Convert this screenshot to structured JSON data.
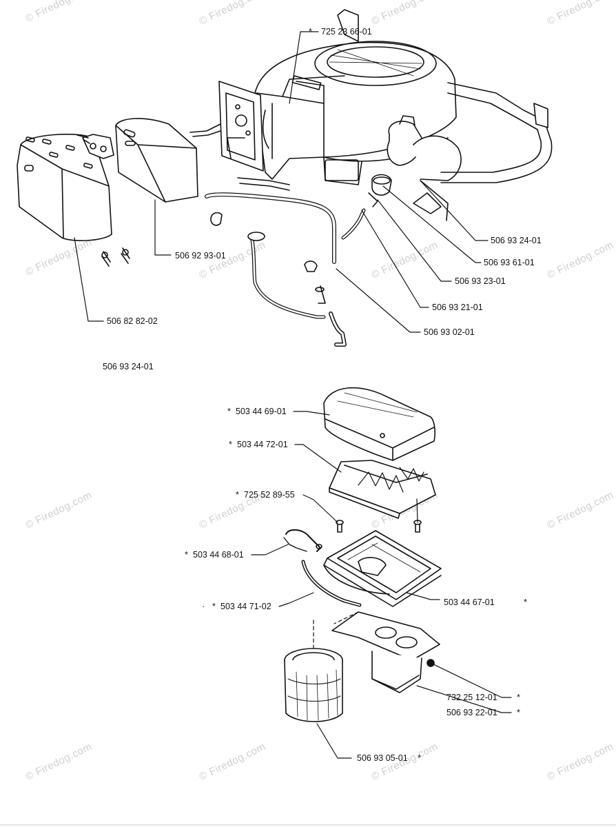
{
  "watermark": "© Firedog.com",
  "parts": {
    "p1": "725 23 66-01",
    "p2": "506 93 24-01",
    "p3": "506 93 61-01",
    "p4": "506 93 23-01",
    "p5": "506 93 21-01",
    "p6": "506 93 02-01",
    "p7": "506 92 93-01",
    "p8": "506 82 82-02",
    "p9": "506 93 24-01",
    "p10": "503 44 69-01",
    "p11": "503 44 72-01",
    "p12": "725 52 89-55",
    "p13": "503 44 68-01",
    "p14": "503 44 71-02",
    "p15": "503 44 67-01",
    "p16": "732 25 12-01",
    "p17": "506 93 22-01",
    "p18": "506 93 05-01"
  },
  "markers": {
    "star": "*",
    "tick": "·"
  }
}
